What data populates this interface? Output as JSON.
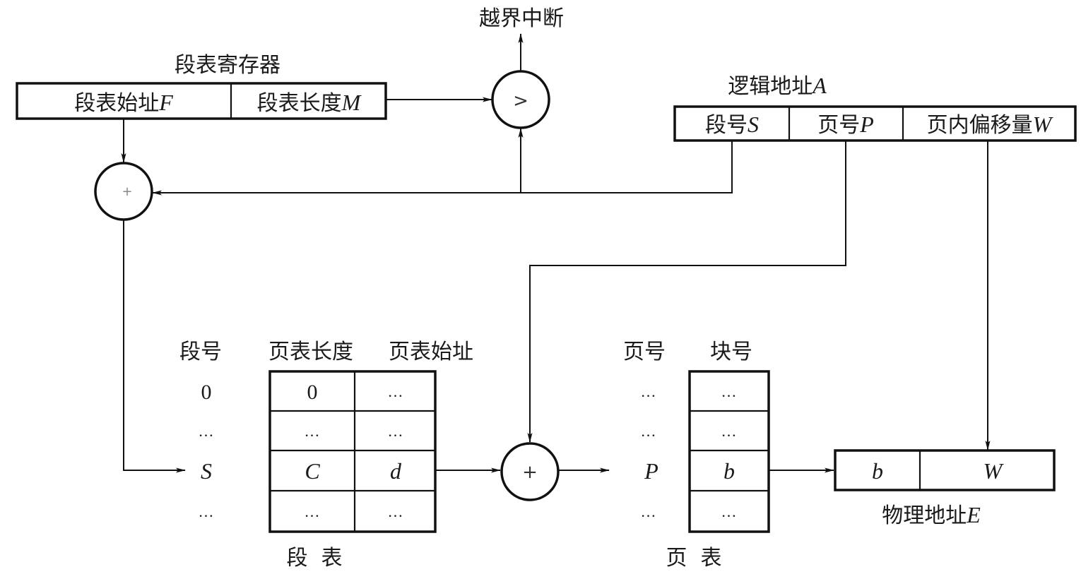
{
  "title": "段页式存储管理地址变换机构",
  "overflow_interrupt": "越界中断",
  "segment_table_register": {
    "label": "段表寄存器",
    "fields": [
      "段表始址",
      "段表长度"
    ],
    "field_vars": [
      "F",
      "M"
    ]
  },
  "logical_address": {
    "label": "逻辑地址",
    "label_var": "A",
    "fields": [
      "段号",
      "页号",
      "页内偏移量"
    ],
    "field_vars": [
      "S",
      "P",
      "W"
    ]
  },
  "operators": {
    "adder": "+",
    "comparator": ">"
  },
  "segment_table": {
    "caption": "段  表",
    "index_header": "段号",
    "columns": [
      "页表长度",
      "页表始址"
    ],
    "index": [
      "0",
      "…",
      "S",
      "…"
    ],
    "rows": [
      [
        "0",
        "…"
      ],
      [
        "…",
        "…"
      ],
      [
        "C",
        "d"
      ],
      [
        "…",
        "…"
      ]
    ]
  },
  "page_table": {
    "caption": "页  表",
    "index_header": "页号",
    "columns": [
      "块号"
    ],
    "index": [
      "…",
      "…",
      "P",
      "…"
    ],
    "rows": [
      [
        "…"
      ],
      [
        "…"
      ],
      [
        "b"
      ],
      [
        "…"
      ]
    ]
  },
  "physical_address": {
    "label": "物理地址",
    "label_var": "E",
    "fields": [
      "b",
      "W"
    ]
  }
}
